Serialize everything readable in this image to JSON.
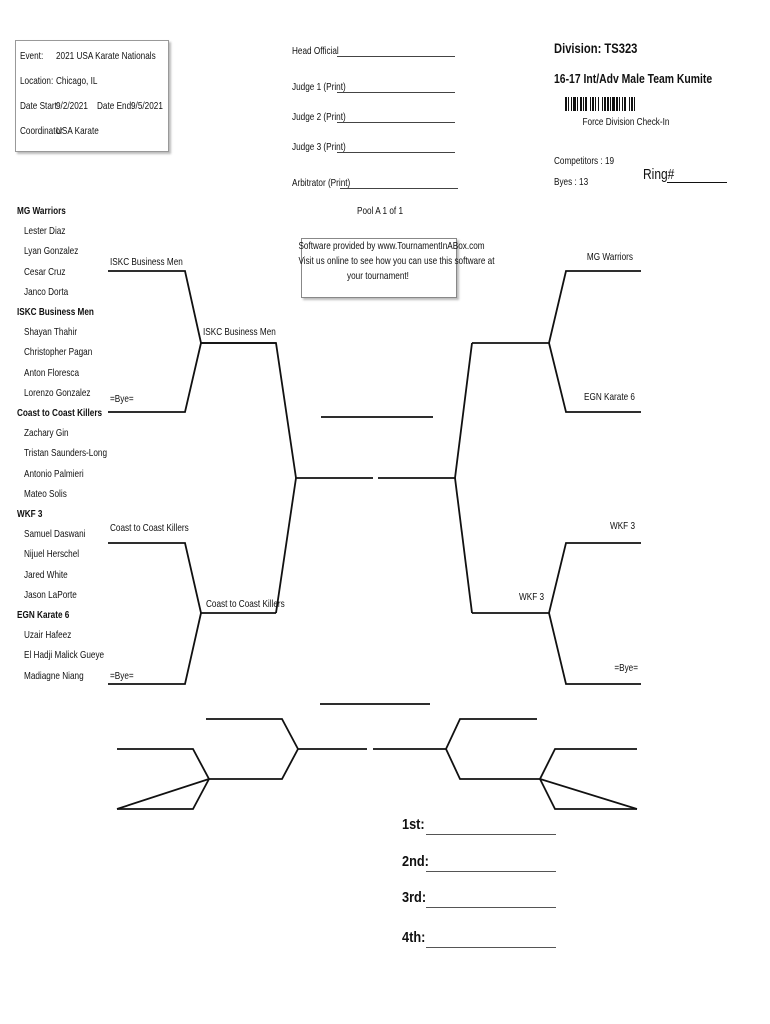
{
  "event": {
    "event_label": "Event:",
    "event_value": "2021 USA Karate Nationals",
    "location_label": "Location:",
    "location_value": "Chicago, IL",
    "date_start_label": "Date Start:",
    "date_start_value": "9/2/2021",
    "date_end_label": "Date End:",
    "date_end_value": "9/5/2021",
    "coordinator_label": "Coordinator",
    "coordinator_value": "USA Karate"
  },
  "officials": {
    "head_official": "Head Official",
    "judge1": "Judge 1 (Print)",
    "judge2": "Judge 2 (Print)",
    "judge3": "Judge 3 (Print)",
    "arbitrator": "Arbitrator (Print)"
  },
  "division": {
    "title": "Division: TS323",
    "name": "16-17 Int/Adv Male Team Kumite",
    "checkin": "Force Division Check-In",
    "competitors": "Competitors : 19",
    "byes": "Byes : 13",
    "ring": "Ring#"
  },
  "pool": "Pool A 1 of 1",
  "software": {
    "line1": "Software provided by www.TournamentInABox.com",
    "line2": "Visit us online to see how you can use this software at",
    "line3": "your tournament!"
  },
  "teams": [
    {
      "name": "MG Warriors",
      "members": [
        "Lester  Diaz",
        "Lyan  Gonzalez",
        "Cesar  Cruz",
        "Janco  Dorta"
      ]
    },
    {
      "name": "ISKC Business Men",
      "members": [
        "Shayan  Thahir",
        "Christopher  Pagan",
        "Anton  Floresca",
        "Lorenzo  Gonzalez"
      ]
    },
    {
      "name": "Coast to Coast Killers",
      "members": [
        "Zachary  Gin",
        "Tristan  Saunders-Long",
        "Antonio  Palmieri",
        "Mateo  Solis"
      ]
    },
    {
      "name": "WKF 3",
      "members": [
        "Samuel  Daswani",
        "Nijuel  Herschel",
        "Jared  White",
        "Jason  LaPorte"
      ]
    },
    {
      "name": "EGN Karate 6",
      "members": [
        "Uzair  Hafeez",
        "El Hadji Malick  Gueye",
        "Madiagne  Niang"
      ]
    }
  ],
  "bracket": {
    "left_r1_top": "ISKC Business Men",
    "left_r1_bye1": "=Bye=",
    "left_r2_top": "ISKC Business Men",
    "left_r1_mid": "Coast to Coast Killers",
    "left_r1_bye2": "=Bye=",
    "left_r2_bottom": "Coast to Coast Killers",
    "right_r1_top": "MG Warriors",
    "right_r1_egn": "EGN Karate 6",
    "right_r1_wkf": "WKF 3",
    "right_r1_bye": "=Bye=",
    "right_r2_bottom": "WKF 3"
  },
  "places": {
    "first": "1st:",
    "second": "2nd:",
    "third": "3rd:",
    "fourth": "4th:"
  }
}
